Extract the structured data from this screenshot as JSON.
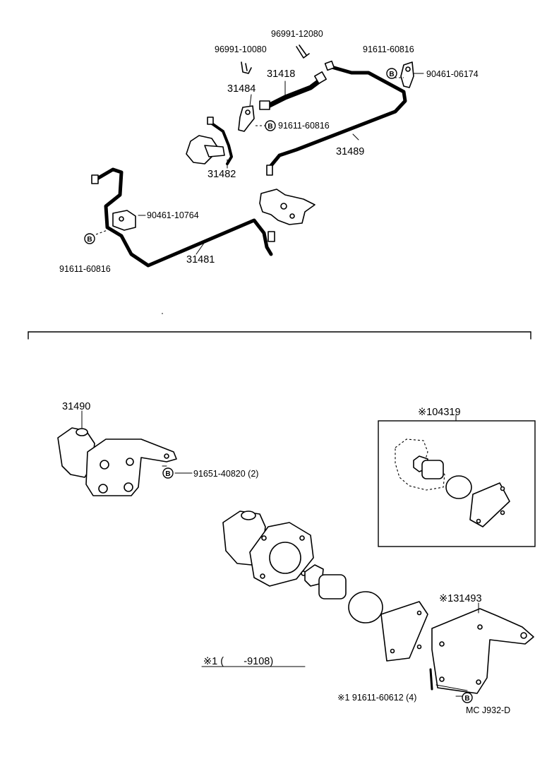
{
  "diagram": {
    "top_section": {
      "labels": {
        "clip_b": "96991-12080",
        "clip_a": "96991-10080",
        "bolt_right_top": "91611-60816",
        "clamp_right": "90461-06174",
        "hose": "31418",
        "bracket": "31484",
        "bolt_mid": "91611-60816",
        "tube_right": "31489",
        "valve_tube": "31482",
        "clamp_left": "90461-10764",
        "bolt_left": "91611-60816",
        "tube_left": "31481"
      },
      "bolt_marker": "B"
    },
    "bottom_section": {
      "labels": {
        "cylinder": "31490",
        "bolt_cylinder": "91651-40820 (2)",
        "kit": "※104319",
        "plate_bracket": "※131493",
        "bolt_plate": "※1 91611-60612 (4)",
        "note": "※1 (       -9108)",
        "code": "MC J932-D"
      },
      "bolt_marker": "B"
    }
  }
}
